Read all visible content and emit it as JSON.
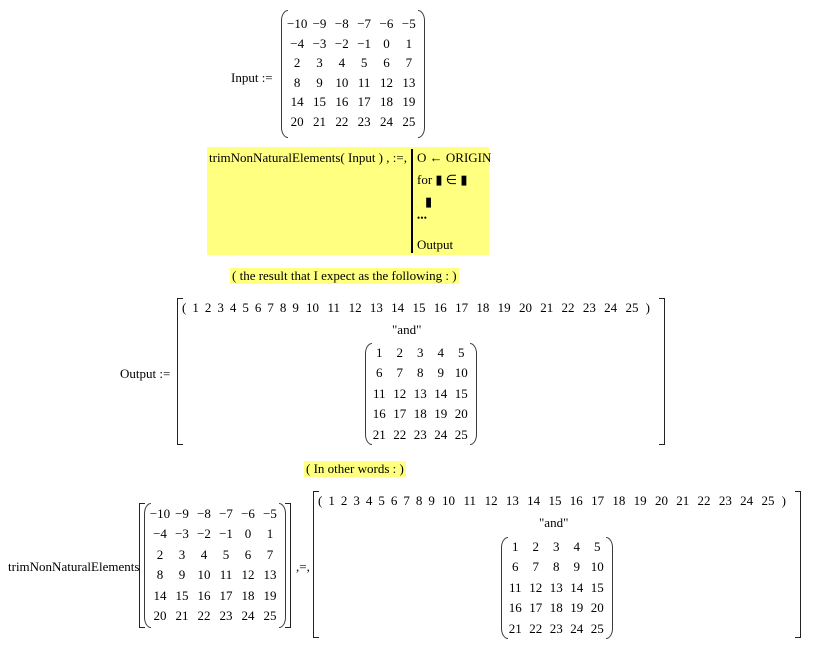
{
  "input_def": {
    "label": "Input :=",
    "matrix": [
      [
        "−10",
        "−9",
        "−8",
        "−7",
        "−6",
        "−5"
      ],
      [
        "−4",
        "−3",
        "−2",
        "−1",
        "0",
        "1"
      ],
      [
        "2",
        "3",
        "4",
        "5",
        "6",
        "7"
      ],
      [
        "8",
        "9",
        "10",
        "11",
        "12",
        "13"
      ],
      [
        "14",
        "15",
        "16",
        "17",
        "18",
        "19"
      ],
      [
        "20",
        "21",
        "22",
        "23",
        "24",
        "25"
      ]
    ]
  },
  "function_def": {
    "signature": "trimNonNaturalElements( Input ) , :=,",
    "program_lines": [
      "O ← ORIGIN",
      "for ▮ ∈ ▮",
      "▮",
      "• • •",
      "Output"
    ],
    "highlight_color": "#ffff80"
  },
  "note1": "( the result that I expect as the following : )",
  "output_def": {
    "label": "Output :=",
    "vector_open": "(",
    "vector": [
      "1",
      "2",
      "3",
      "4",
      "5",
      "6",
      "7",
      "8",
      "9",
      "10",
      "11",
      "12",
      "13",
      "14",
      "15",
      "16",
      "17",
      "18",
      "19",
      "20",
      "21",
      "22",
      "23",
      "24",
      "25"
    ],
    "vector_close": ")",
    "separator": "\"and\"",
    "matrix": [
      [
        "1",
        "2",
        "3",
        "4",
        "5"
      ],
      [
        "6",
        "7",
        "8",
        "9",
        "10"
      ],
      [
        "11",
        "12",
        "13",
        "14",
        "15"
      ],
      [
        "16",
        "17",
        "18",
        "19",
        "20"
      ],
      [
        "21",
        "22",
        "23",
        "24",
        "25"
      ]
    ]
  },
  "note2": "( In other words : )",
  "eval": {
    "function_name": "trimNonNaturalElements",
    "operator": ",=,",
    "arg_matrix": [
      [
        "−10",
        "−9",
        "−8",
        "−7",
        "−6",
        "−5"
      ],
      [
        "−4",
        "−3",
        "−2",
        "−1",
        "0",
        "1"
      ],
      [
        "2",
        "3",
        "4",
        "5",
        "6",
        "7"
      ],
      [
        "8",
        "9",
        "10",
        "11",
        "12",
        "13"
      ],
      [
        "14",
        "15",
        "16",
        "17",
        "18",
        "19"
      ],
      [
        "20",
        "21",
        "22",
        "23",
        "24",
        "25"
      ]
    ],
    "vector_open": "(",
    "vector": [
      "1",
      "2",
      "3",
      "4",
      "5",
      "6",
      "7",
      "8",
      "9",
      "10",
      "11",
      "12",
      "13",
      "14",
      "15",
      "16",
      "17",
      "18",
      "19",
      "20",
      "21",
      "22",
      "23",
      "24",
      "25"
    ],
    "vector_close": ")",
    "separator": "\"and\"",
    "matrix": [
      [
        "1",
        "2",
        "3",
        "4",
        "5"
      ],
      [
        "6",
        "7",
        "8",
        "9",
        "10"
      ],
      [
        "11",
        "12",
        "13",
        "14",
        "15"
      ],
      [
        "16",
        "17",
        "18",
        "19",
        "20"
      ],
      [
        "21",
        "22",
        "23",
        "24",
        "25"
      ]
    ]
  }
}
